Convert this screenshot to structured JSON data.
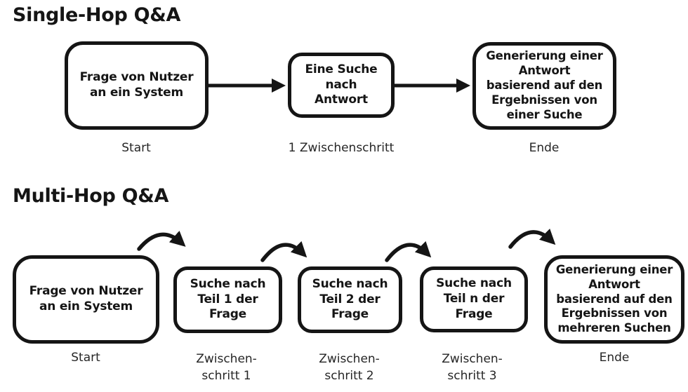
{
  "colors": {
    "ink": "#151515",
    "caption_text": "#262626",
    "background": "#ffffff"
  },
  "single_hop": {
    "title": "Single-Hop Q&A",
    "nodes": [
      {
        "label": "Frage von Nutzer\nan ein System",
        "caption": "Start"
      },
      {
        "label": "Eine Suche\nnach\nAntwort",
        "caption": "1 Zwischenschritt"
      },
      {
        "label": "Generierung einer\nAntwort\nbasierend auf den\nErgebnissen von\neiner Suche",
        "caption": "Ende"
      }
    ]
  },
  "multi_hop": {
    "title": "Multi-Hop Q&A",
    "nodes": [
      {
        "label": "Frage von Nutzer\nan ein System",
        "caption": "Start"
      },
      {
        "label": "Suche nach\nTeil 1 der\nFrage",
        "caption": "Zwischen-\nschritt 1"
      },
      {
        "label": "Suche nach\nTeil 2 der\nFrage",
        "caption": "Zwischen-\nschritt 2"
      },
      {
        "label": "Suche nach\nTeil n der\nFrage",
        "caption": "Zwischen-\nschritt 3"
      },
      {
        "label": "Generierung einer\nAntwort\nbasierend auf den\nErgebnissen von\nmehreren Suchen",
        "caption": "Ende"
      }
    ]
  }
}
